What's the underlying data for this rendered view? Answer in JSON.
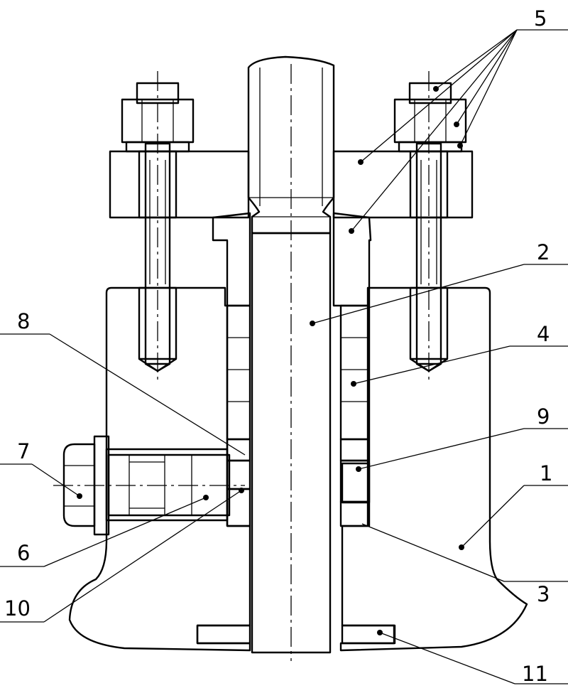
{
  "drawing": {
    "callouts": [
      {
        "id": "label-1",
        "text": "1"
      },
      {
        "id": "label-2",
        "text": "2"
      },
      {
        "id": "label-3",
        "text": "3"
      },
      {
        "id": "label-4",
        "text": "4"
      },
      {
        "id": "label-5",
        "text": "5"
      },
      {
        "id": "label-6",
        "text": "6"
      },
      {
        "id": "label-7",
        "text": "7"
      },
      {
        "id": "label-8",
        "text": "8"
      },
      {
        "id": "label-9",
        "text": "9"
      },
      {
        "id": "label-10",
        "text": "10"
      },
      {
        "id": "label-11",
        "text": "11"
      }
    ]
  },
  "colors": {
    "ink": "#000000",
    "paper": "#ffffff"
  }
}
